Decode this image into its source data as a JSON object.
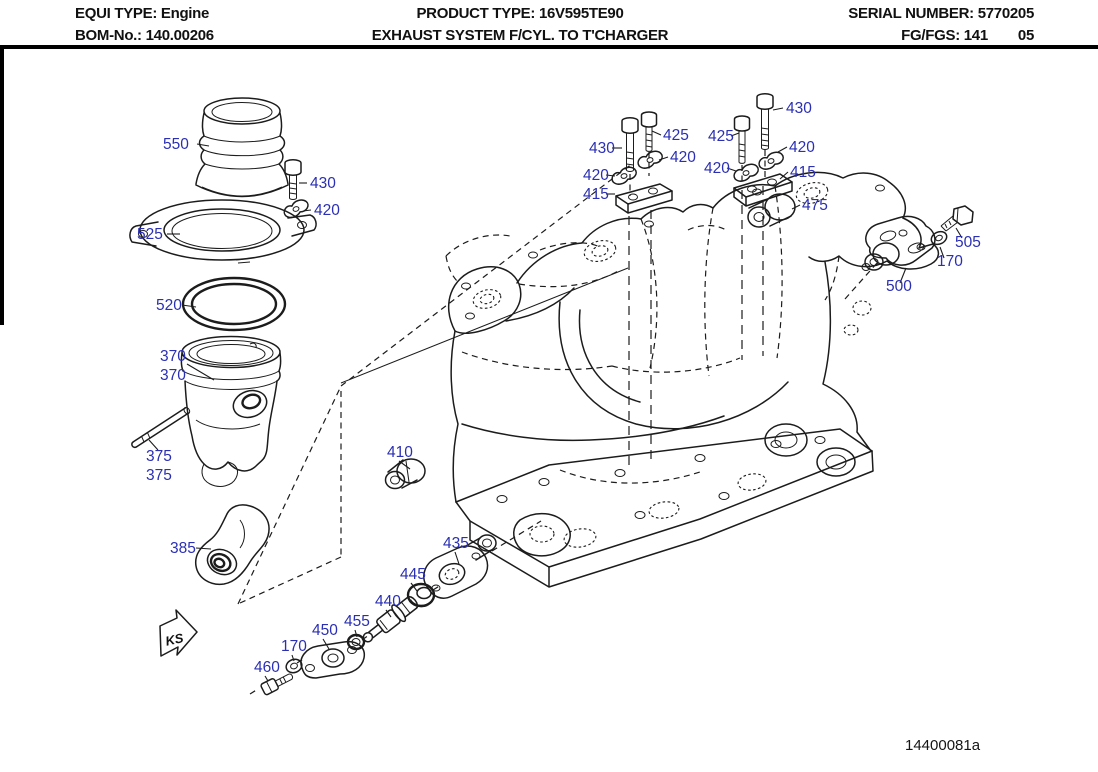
{
  "header": {
    "equi_type": "EQUI TYPE: Engine",
    "product_type": "PRODUCT TYPE: 16V595TE90",
    "serial_number": "SERIAL NUMBER: 5770205",
    "bom_no": "BOM-No.: 140.00206",
    "title": "EXHAUST SYSTEM F/CYL. TO T'CHARGER",
    "fg_fgs": "FG/FGS: 141",
    "fg_fgs_sheet": "05"
  },
  "drawing_number": "14400081a",
  "view_marker": "KS",
  "colors": {
    "callout_blue": "#2b2fb4",
    "line_black": "#1c1c1c",
    "background": "#ffffff"
  },
  "callouts": [
    {
      "part": "550"
    },
    {
      "part": "430"
    },
    {
      "part": "420"
    },
    {
      "part": "525"
    },
    {
      "part": "520"
    },
    {
      "part": "370"
    },
    {
      "part": "370"
    },
    {
      "part": "375"
    },
    {
      "part": "375"
    },
    {
      "part": "385"
    },
    {
      "part": "410"
    },
    {
      "part": "430"
    },
    {
      "part": "425"
    },
    {
      "part": "420"
    },
    {
      "part": "420"
    },
    {
      "part": "415"
    },
    {
      "part": "425"
    },
    {
      "part": "430"
    },
    {
      "part": "420"
    },
    {
      "part": "420"
    },
    {
      "part": "415"
    },
    {
      "part": "475"
    },
    {
      "part": "505"
    },
    {
      "part": "170"
    },
    {
      "part": "500"
    },
    {
      "part": "435"
    },
    {
      "part": "445"
    },
    {
      "part": "440"
    },
    {
      "part": "455"
    },
    {
      "part": "450"
    },
    {
      "part": "170"
    },
    {
      "part": "460"
    }
  ]
}
